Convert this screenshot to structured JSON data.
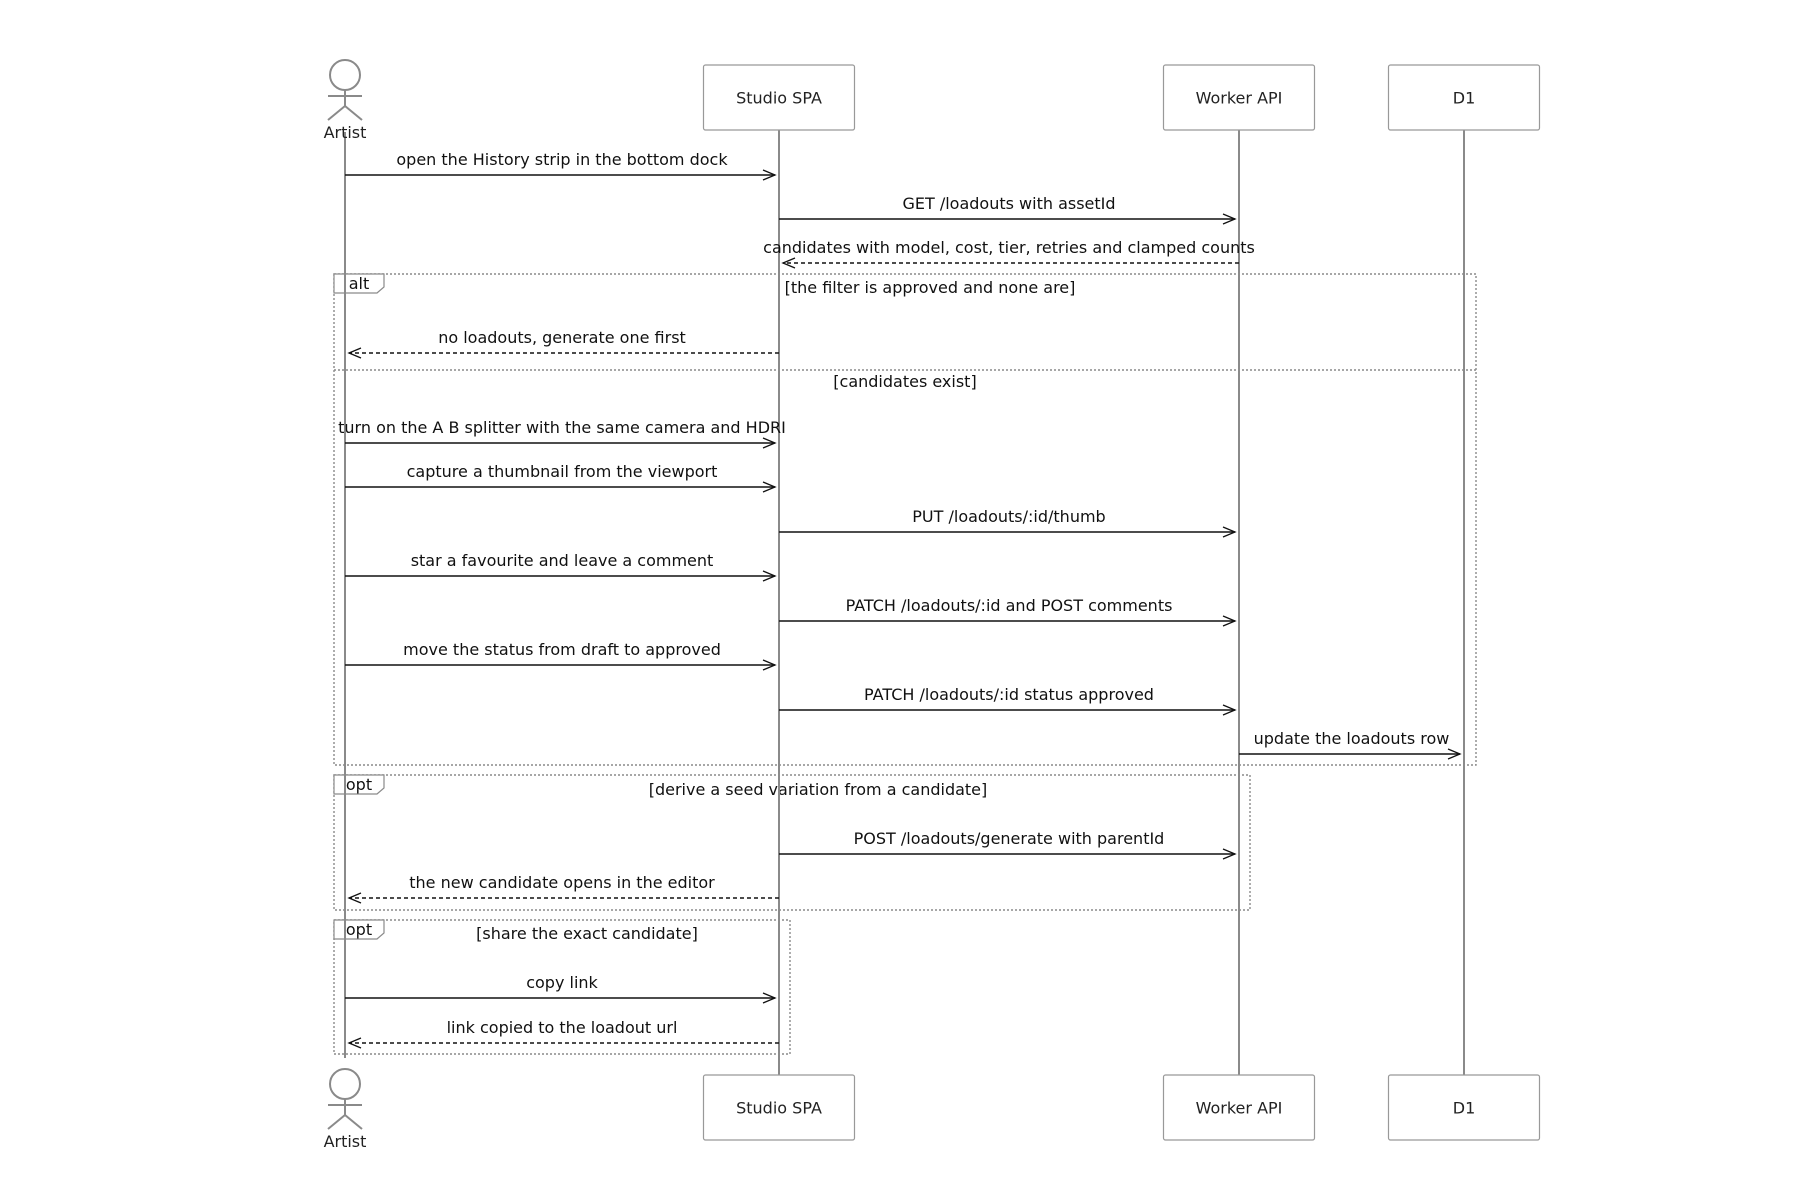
{
  "participants": [
    {
      "id": "artist",
      "label": "Artist",
      "kind": "actor"
    },
    {
      "id": "spa",
      "label": "Studio SPA",
      "kind": "box"
    },
    {
      "id": "api",
      "label": "Worker API",
      "kind": "box"
    },
    {
      "id": "d1",
      "label": "D1",
      "kind": "box"
    }
  ],
  "messages": [
    {
      "from": "artist",
      "to": "spa",
      "text": "open the History strip in the bottom dock",
      "style": "solid"
    },
    {
      "from": "spa",
      "to": "api",
      "text": "GET /loadouts with assetId",
      "style": "solid"
    },
    {
      "from": "api",
      "to": "spa",
      "text": "candidates with model, cost, tier, retries and clamped counts",
      "style": "dashed"
    },
    {
      "from": "spa",
      "to": "artist",
      "text": "no loadouts, generate one first",
      "style": "dashed"
    },
    {
      "from": "artist",
      "to": "spa",
      "text": "turn on the A B splitter with the same camera and HDRI",
      "style": "solid"
    },
    {
      "from": "artist",
      "to": "spa",
      "text": "capture a thumbnail from the viewport",
      "style": "solid"
    },
    {
      "from": "spa",
      "to": "api",
      "text": "PUT /loadouts/:id/thumb",
      "style": "solid"
    },
    {
      "from": "artist",
      "to": "spa",
      "text": "star a favourite and leave a comment",
      "style": "solid"
    },
    {
      "from": "spa",
      "to": "api",
      "text": "PATCH /loadouts/:id and POST comments",
      "style": "solid"
    },
    {
      "from": "artist",
      "to": "spa",
      "text": "move the status from draft to approved",
      "style": "solid"
    },
    {
      "from": "spa",
      "to": "api",
      "text": "PATCH /loadouts/:id status approved",
      "style": "solid"
    },
    {
      "from": "api",
      "to": "d1",
      "text": "update the loadouts row",
      "style": "solid"
    },
    {
      "from": "spa",
      "to": "api",
      "text": "POST /loadouts/generate with parentId",
      "style": "solid"
    },
    {
      "from": "spa",
      "to": "artist",
      "text": "the new candidate opens in the editor",
      "style": "dashed"
    },
    {
      "from": "artist",
      "to": "spa",
      "text": "copy link",
      "style": "solid"
    },
    {
      "from": "spa",
      "to": "artist",
      "text": "link copied to the loadout url",
      "style": "dashed"
    }
  ],
  "frames": [
    {
      "type": "alt",
      "conditions": [
        "[the filter is approved and none are]",
        "[candidates exist]"
      ]
    },
    {
      "type": "opt",
      "conditions": [
        "[derive a seed variation from a candidate]"
      ]
    },
    {
      "type": "opt",
      "conditions": [
        "[share the exact candidate]"
      ]
    }
  ]
}
